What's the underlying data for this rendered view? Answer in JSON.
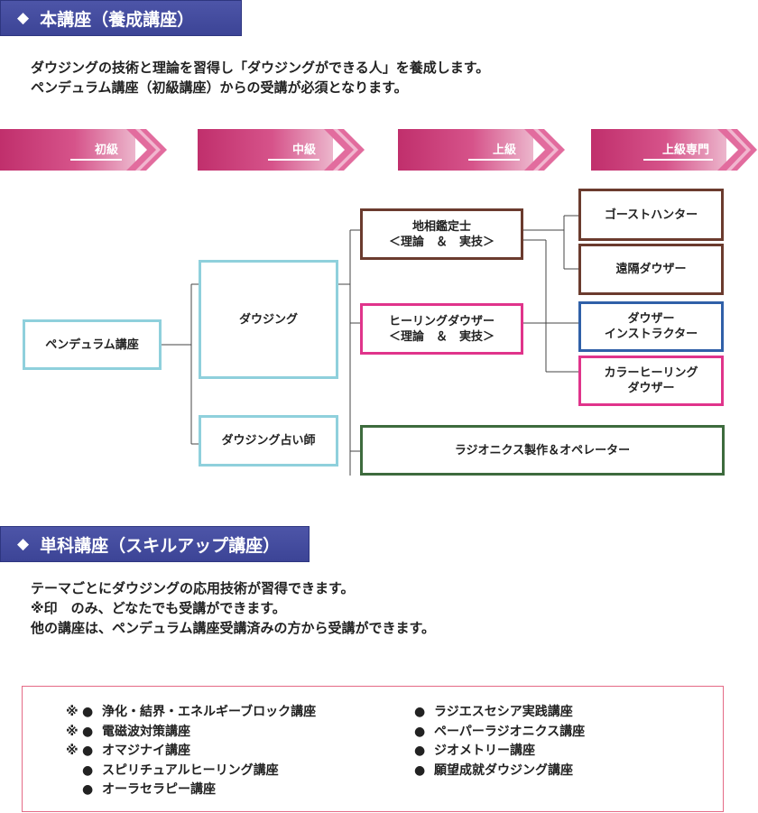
{
  "sections": {
    "training": {
      "title": "本講座（養成講座）",
      "intro": [
        "ダウジングの技術と理論を習得し「ダウジングができる人」を養成します。",
        "ペンデュラム講座（初級講座）からの受講が必須となります。"
      ]
    },
    "single": {
      "title": "単科講座（スキルアップ講座）",
      "intro": [
        "テーマごとにダウジングの応用技術が習得できます。",
        "※印　のみ、どなたでも受講ができます。",
        "他の講座は、ペンデュラム講座受講済みの方から受講ができます。"
      ]
    }
  },
  "levels": [
    "初級",
    "中級",
    "上級",
    "上級専門"
  ],
  "flow": {
    "pendulum": "ペンデュラム講座",
    "dowsing": "ダウジング",
    "fortune": "ダウジング占い師",
    "geomancy": "地相鑑定士\n＜理論　＆　実技＞",
    "healing": "ヒーリングダウザー\n＜理論　＆　実技＞",
    "radionics": "ラジオニクス製作＆オペレーター",
    "ghost": "ゴーストハンター",
    "remote": "遠隔ダウザー",
    "instructor": "ダウザー\nインストラクター",
    "color": "カラーヒーリング\nダウザー"
  },
  "colors": {
    "header_bg": "#3c4496",
    "level_arrow": "#c02f6c",
    "teal": "#8fd0dc",
    "brown": "#6b3b2e",
    "pink": "#e0348b",
    "blue": "#3060a8",
    "green": "#3d6b3d"
  },
  "courses": {
    "left": [
      {
        "mark": "※",
        "label": "浄化・結界・エネルギーブロック講座"
      },
      {
        "mark": "※",
        "label": "電磁波対策講座"
      },
      {
        "mark": "※",
        "label": "オマジナイ講座"
      },
      {
        "mark": "",
        "label": "スピリチュアルヒーリング講座"
      },
      {
        "mark": "",
        "label": "オーラセラピー講座"
      }
    ],
    "right": [
      {
        "mark": "",
        "label": "ラジエスセシア実践講座"
      },
      {
        "mark": "",
        "label": "ペーパーラジオニクス講座"
      },
      {
        "mark": "",
        "label": "ジオメトリー講座"
      },
      {
        "mark": "",
        "label": "願望成就ダウジング講座"
      }
    ],
    "bullet": "●"
  }
}
